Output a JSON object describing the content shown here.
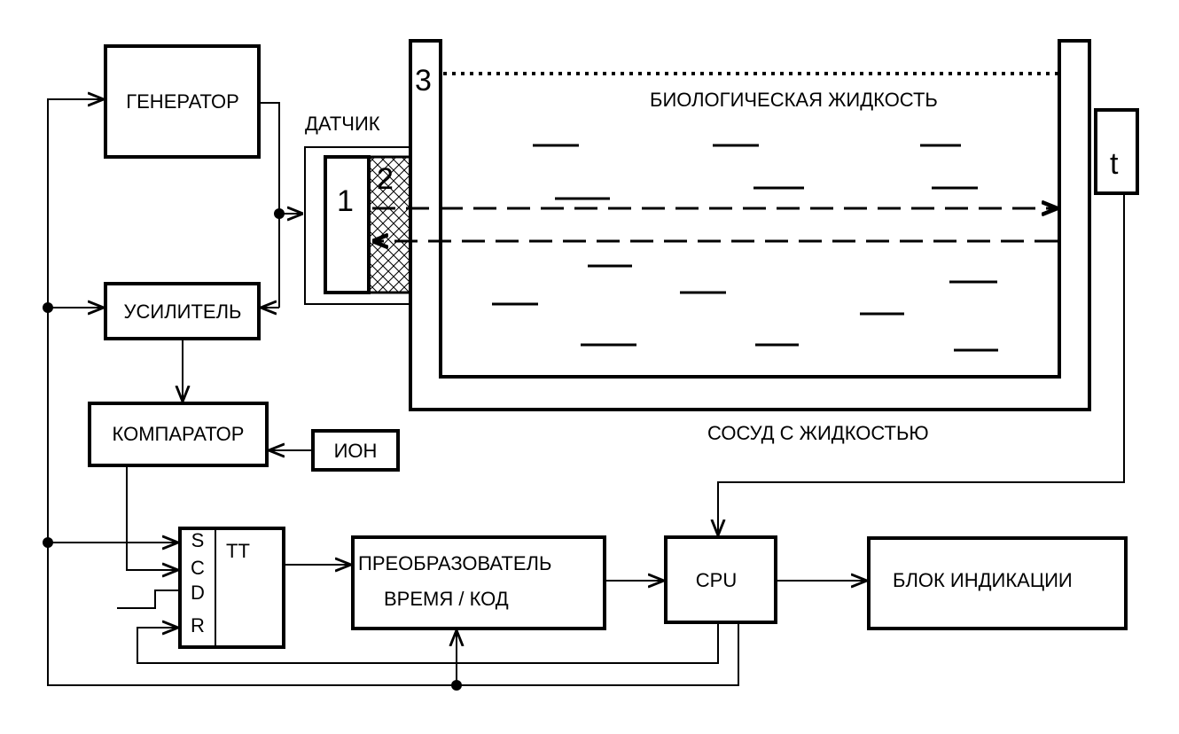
{
  "blocks": {
    "generator": "ГЕНЕРАТОР",
    "amplifier": "УСИЛИТЕЛЬ",
    "comparator": "КОМПАРАТОР",
    "ion": "ИОН",
    "converter_line1": "ПРЕОБРАЗОВАТЕЛЬ",
    "converter_line2": "ВРЕМЯ / КОД",
    "cpu": "CPU",
    "display": "БЛОК ИНДИКАЦИИ",
    "thermo": "t"
  },
  "trigger": {
    "title": "TT",
    "pins": [
      "S",
      "C",
      "D",
      "R"
    ]
  },
  "sensor": {
    "label": "ДАТЧИК",
    "element1": "1",
    "element2": "2"
  },
  "vessel": {
    "fluid_label": "БИОЛОГИЧЕСКАЯ ЖИДКОСТЬ",
    "vessel_label": "СОСУД С ЖИДКОСТЬЮ",
    "level_marker": "3"
  }
}
